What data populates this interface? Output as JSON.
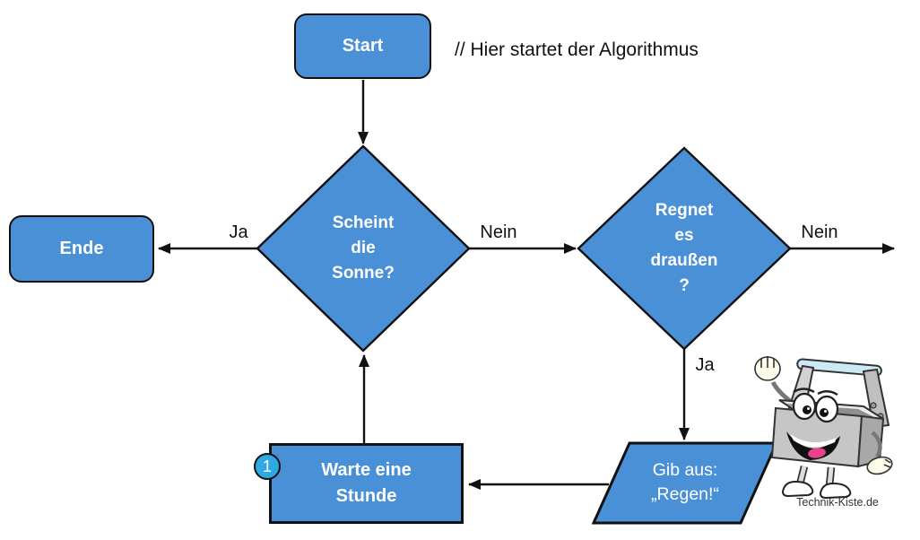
{
  "colors": {
    "node_fill": "#4A90D7",
    "node_border": "#111111",
    "badge_fill": "#2FA9E1",
    "connector": "#111111",
    "node_text": "#ffffff",
    "label_text": "#111111"
  },
  "comment": {
    "text": "// Hier startet der Algorithmus"
  },
  "nodes": {
    "start": {
      "label": "Start"
    },
    "ende": {
      "label": "Ende"
    },
    "sonne": {
      "lines": [
        "Scheint",
        "die",
        "Sonne?"
      ]
    },
    "regen": {
      "lines": [
        "Regnet",
        "es",
        "draußen",
        "?"
      ]
    },
    "warte": {
      "lines": [
        "Warte eine",
        "Stunde"
      ],
      "badge": "1"
    },
    "ausgabe": {
      "lines": [
        "Gib aus:",
        "„Regen!“"
      ]
    }
  },
  "edge_labels": {
    "sonne_ja": "Ja",
    "sonne_nein": "Nein",
    "regen_nein": "Nein",
    "regen_ja": "Ja"
  },
  "logo": {
    "caption": "Technik-Kiste.de"
  }
}
